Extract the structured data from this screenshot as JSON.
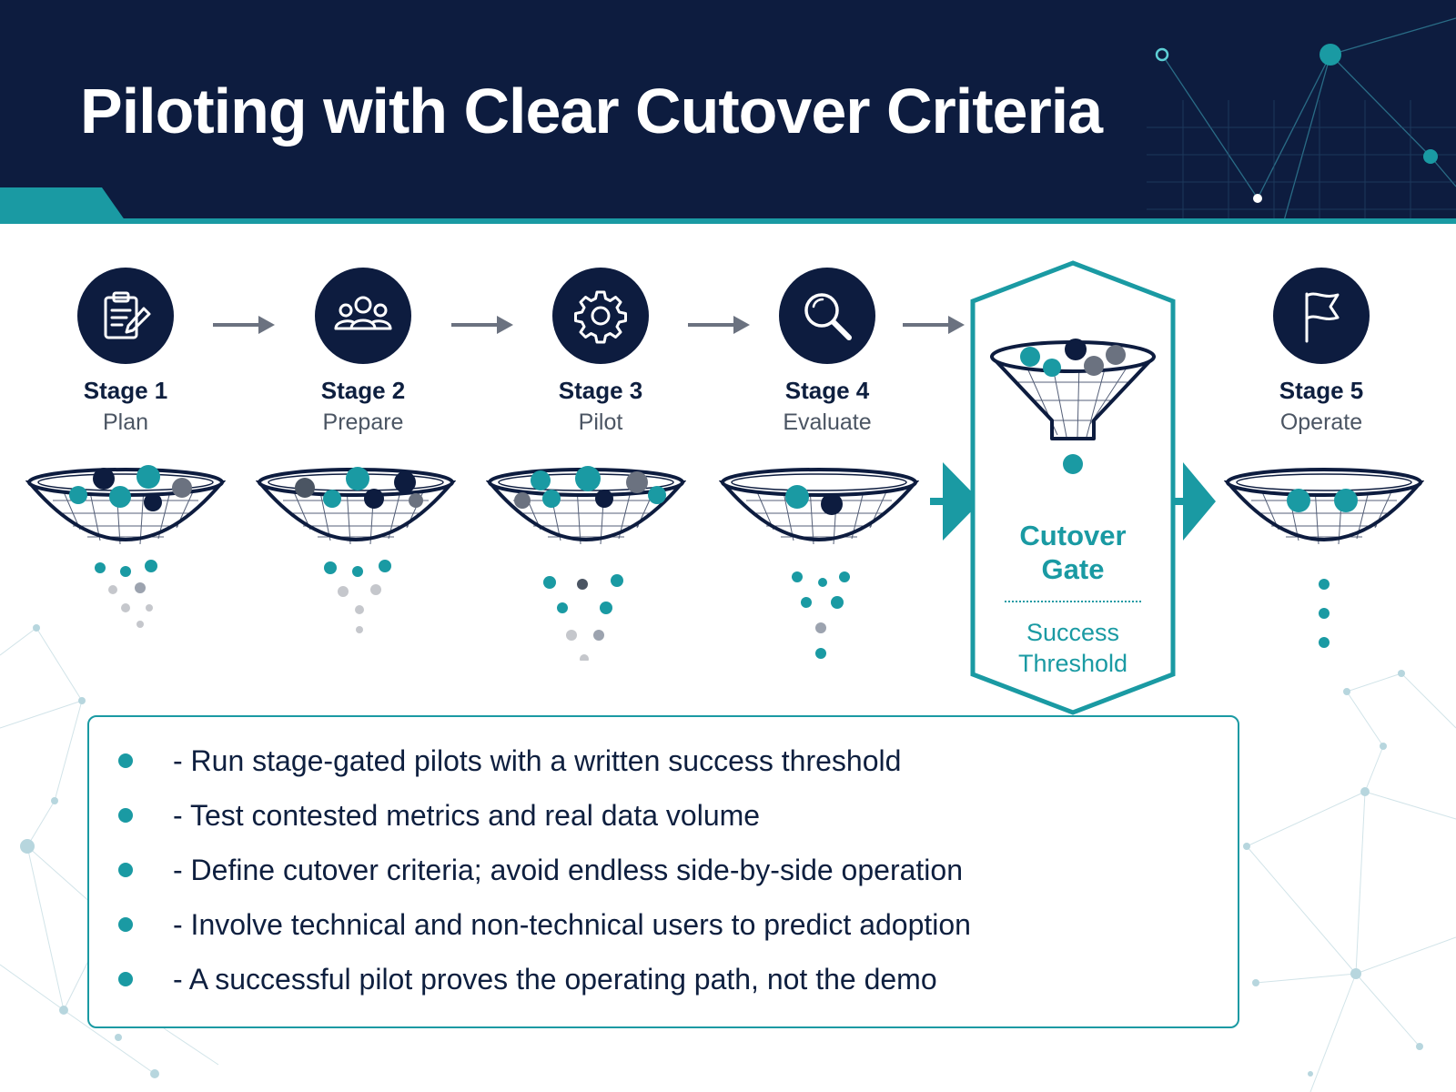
{
  "title": "Piloting with Clear Cutover Criteria",
  "stages": [
    {
      "number": "Stage 1",
      "name": "Plan",
      "icon": "clipboard-pencil-icon"
    },
    {
      "number": "Stage 2",
      "name": "Prepare",
      "icon": "people-group-icon"
    },
    {
      "number": "Stage 3",
      "name": "Pilot",
      "icon": "gear-icon"
    },
    {
      "number": "Stage 4",
      "name": "Evaluate",
      "icon": "magnifier-icon"
    },
    {
      "number": "Stage 5",
      "name": "Operate",
      "icon": "flag-icon"
    }
  ],
  "gate": {
    "title_line1": "Cutover",
    "title_line2": "Gate",
    "subtitle_line1": "Success",
    "subtitle_line2": "Threshold"
  },
  "bullets": [
    "- Run stage-gated pilots with a written success threshold",
    "- Test contested metrics and real data volume",
    "- Define cutover criteria; avoid endless side-by-side operation",
    "- Involve technical and non-technical users to predict adoption",
    "- A successful pilot proves the operating path, not the demo"
  ],
  "colors": {
    "navy": "#0d1c3f",
    "teal": "#1a9aa3",
    "gray": "#6b7280",
    "text": "#0e1f3f"
  }
}
